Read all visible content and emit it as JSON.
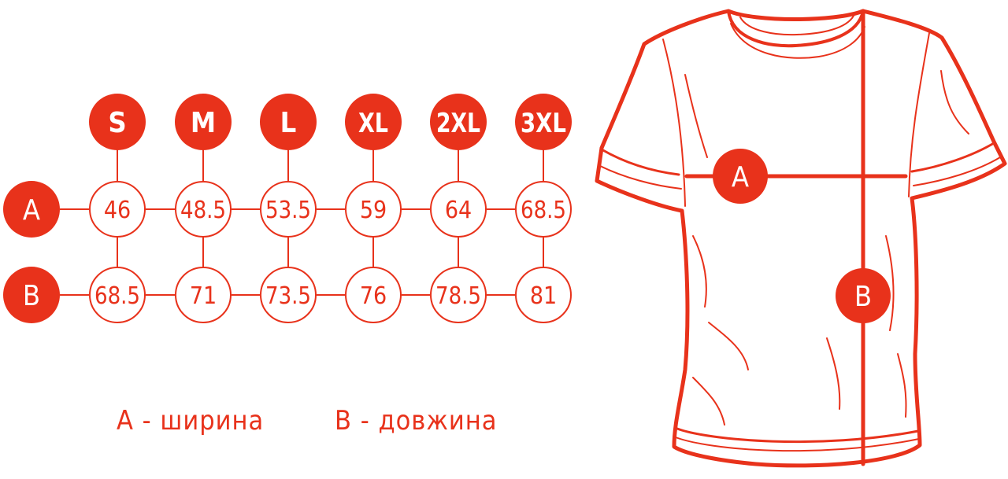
{
  "colors": {
    "accent": "#e8321b",
    "background": "#ffffff",
    "on_accent": "#ffffff"
  },
  "sizes": [
    "S",
    "M",
    "L",
    "XL",
    "2XL",
    "3XL"
  ],
  "rows": [
    {
      "label": "A",
      "values": [
        "46",
        "48.5",
        "53.5",
        "59",
        "64",
        "68.5"
      ]
    },
    {
      "label": "B",
      "values": [
        "68.5",
        "71",
        "73.5",
        "76",
        "78.5",
        "81"
      ]
    }
  ],
  "legend": {
    "a_text": "A - ширина",
    "b_text": "B - довжина"
  },
  "shirt": {
    "marker_a": "A",
    "marker_b": "B"
  }
}
